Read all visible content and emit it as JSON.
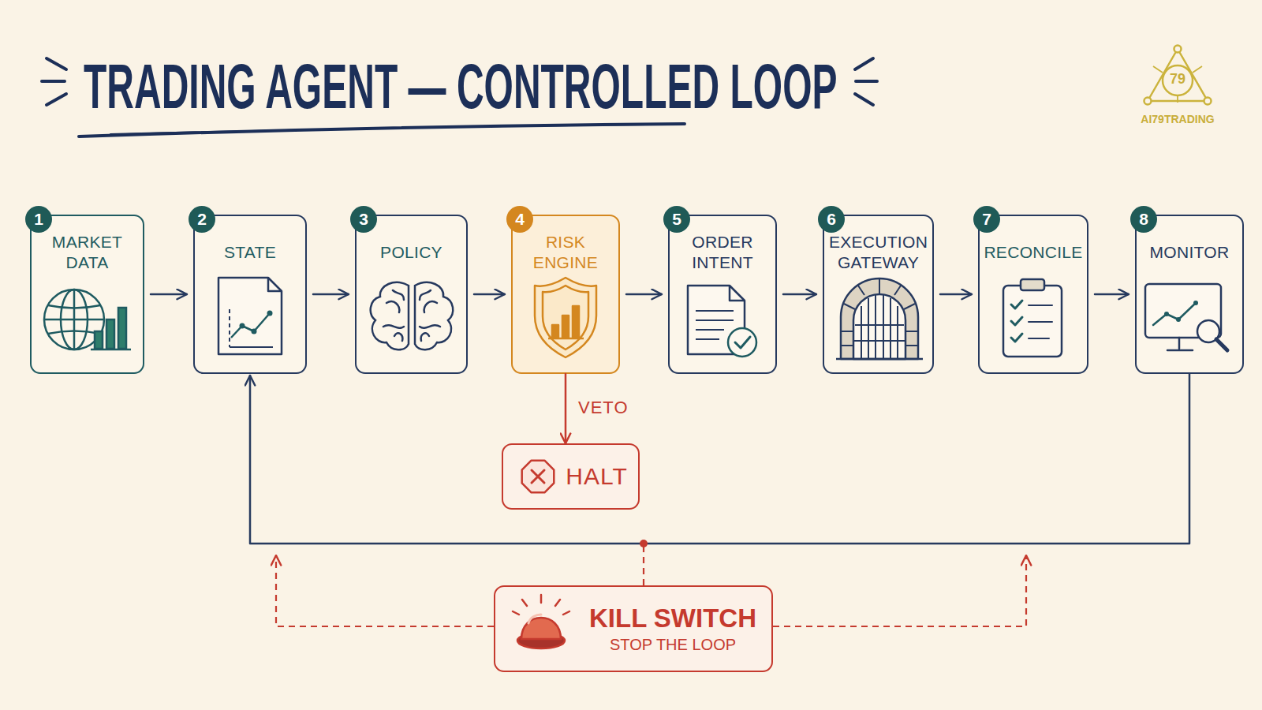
{
  "diagram": {
    "title": "TRADING AGENT — CONTROLLED LOOP",
    "nodes": [
      {
        "text": [
          "1",
          "MARKET DATA"
        ]
      },
      {
        "text": [
          "2",
          "STATE"
        ]
      },
      {
        "text": [
          "3",
          "POLICY"
        ]
      },
      {
        "text": [
          "4",
          "RISK ENGINE"
        ]
      },
      {
        "text": [
          "5",
          "ORDER INTENT"
        ]
      },
      {
        "text": [
          "6",
          "EXECUTION GATEWAY"
        ]
      },
      {
        "text": [
          "7",
          "RECONCILE"
        ]
      },
      {
        "text": [
          "8",
          "MONITOR"
        ]
      },
      {
        "text": [
          "HALT"
        ]
      },
      {
        "text": [
          "KILL SWITCH",
          "STOP THE LOOP"
        ]
      }
    ],
    "edges": [
      {
        "from": 0,
        "to": 1,
        "arrow": "to"
      },
      {
        "from": 1,
        "to": 2,
        "arrow": "to"
      },
      {
        "from": 2,
        "to": 3,
        "arrow": "to"
      },
      {
        "from": 3,
        "to": 4,
        "arrow": "to"
      },
      {
        "from": 4,
        "to": 5,
        "arrow": "to"
      },
      {
        "from": 5,
        "to": 6,
        "arrow": "to"
      },
      {
        "from": 6,
        "to": 7,
        "arrow": "to"
      },
      {
        "from": 3,
        "to": 8,
        "label": "VETO",
        "arrow": "to"
      },
      {
        "from": 7,
        "to": 1,
        "arrow": "to"
      }
    ],
    "labels": [
      "79",
      "AI79TRADING"
    ]
  }
}
